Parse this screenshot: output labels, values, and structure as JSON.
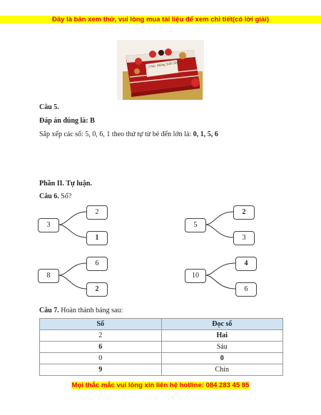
{
  "banner": "Đây là bản xem thử, vui lòng mua tài liệu để xem chi tiết(có lời giải)",
  "photo": {
    "plaque_text": "Chúc Mừng Sinh Nhật"
  },
  "q5": {
    "title": "Câu 5.",
    "answer": "Đáp án đúng là: B",
    "text": "Sắp xếp các số: 5, 0, 6, 1 theo thứ tự từ bé đến lớn là: ",
    "result": "0, 1, 5, 6"
  },
  "part2": {
    "title": "Phần II. Tự luận."
  },
  "q6": {
    "title": "Câu 6.",
    "prompt": "Số?",
    "trees": [
      {
        "root": "3",
        "top": "2",
        "bottom": "1",
        "top_bold": false,
        "bottom_bold": true
      },
      {
        "root": "5",
        "top": "2",
        "bottom": "3",
        "top_bold": true,
        "bottom_bold": false
      },
      {
        "root": "8",
        "top": "6",
        "bottom": "2",
        "top_bold": false,
        "bottom_bold": true
      },
      {
        "root": "10",
        "top": "4",
        "bottom": "6",
        "top_bold": true,
        "bottom_bold": false
      }
    ]
  },
  "q7": {
    "title": "Câu 7.",
    "prompt": "Hoàn thành bảng sau:",
    "headers": [
      "Số",
      "Đọc số"
    ],
    "rows": [
      [
        "2",
        "Hai"
      ],
      [
        "6",
        "Sáu"
      ],
      [
        "0",
        "0"
      ],
      [
        "9",
        "Chín"
      ]
    ]
  },
  "footer": "Mọi thắc mắc vui lòng xin liên hệ hotline: 084 283 45 85"
}
